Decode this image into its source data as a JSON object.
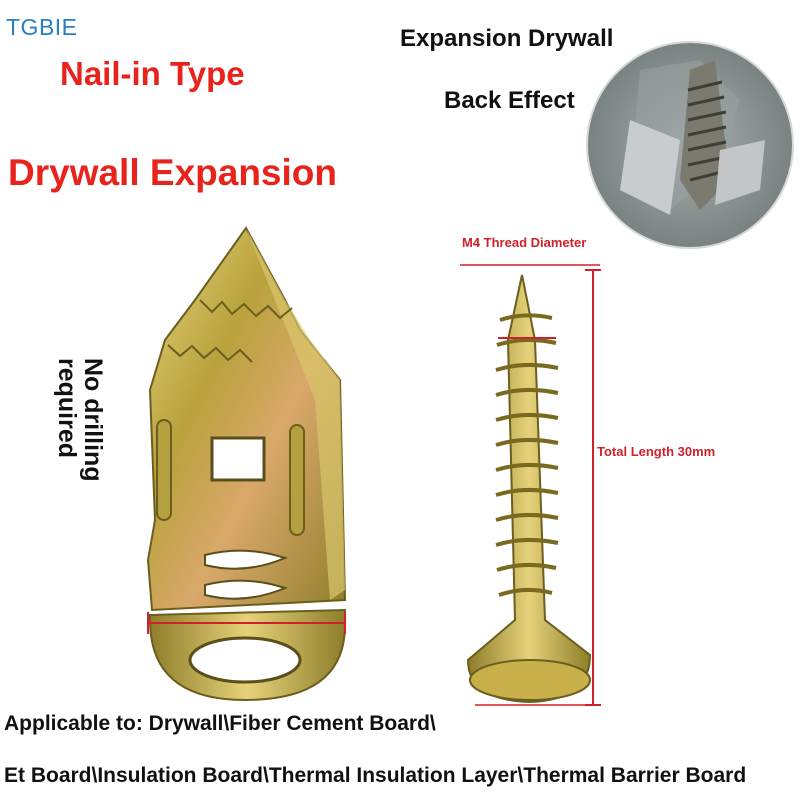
{
  "brand": "TGBIE",
  "titles": {
    "line1": "Nail-in Type",
    "line2": "Drywall Expansion"
  },
  "back_effect": {
    "line1": "Expansion Drywall",
    "line2": "Back Effect"
  },
  "side_note": {
    "line1": "No drilling",
    "line2": "required"
  },
  "dimensions": {
    "thread": "M4 Thread Diameter",
    "length": "Total Length 30mm"
  },
  "applicable": {
    "line1": "Applicable to: Drywall\\Fiber Cement Board\\",
    "line2": "Et Board\\Insulation Board\\Thermal Insulation Layer\\Thermal Barrier Board"
  },
  "colors": {
    "title_red": "#e8231c",
    "brand_blue": "#2a7fc2",
    "dimension_red": "#d0202a",
    "metal_gold": "#c7b04a"
  }
}
